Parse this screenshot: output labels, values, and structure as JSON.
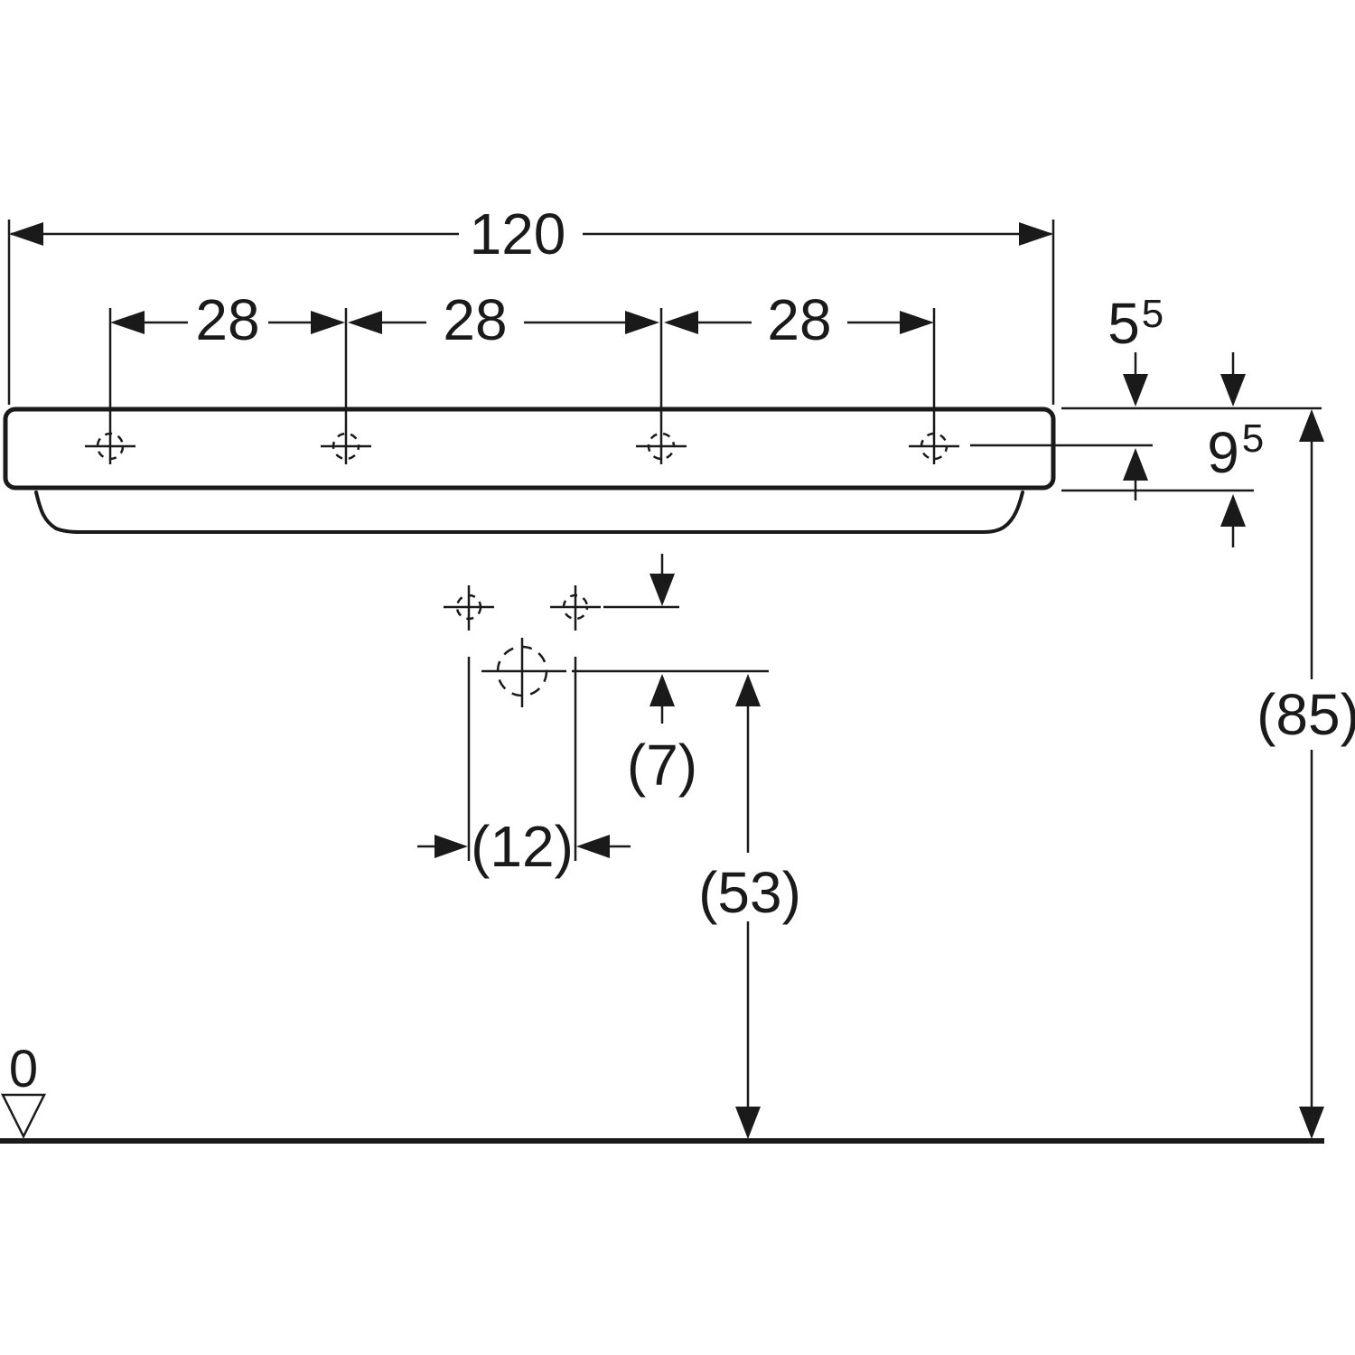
{
  "labels": {
    "dim_total_width": "120",
    "dim_spacing_1": "28",
    "dim_spacing_2": "28",
    "dim_spacing_3": "28",
    "dim_5_5_main": "5",
    "dim_5_5_sup": "5",
    "dim_9_5_main": "9",
    "dim_9_5_sup": "5",
    "dim_7": "(7)",
    "dim_12": "(12)",
    "dim_53": "(53)",
    "dim_85": "(85)",
    "datum_zero": "0"
  },
  "colors": {
    "line": "#1a1a1a",
    "background": "#ffffff"
  }
}
